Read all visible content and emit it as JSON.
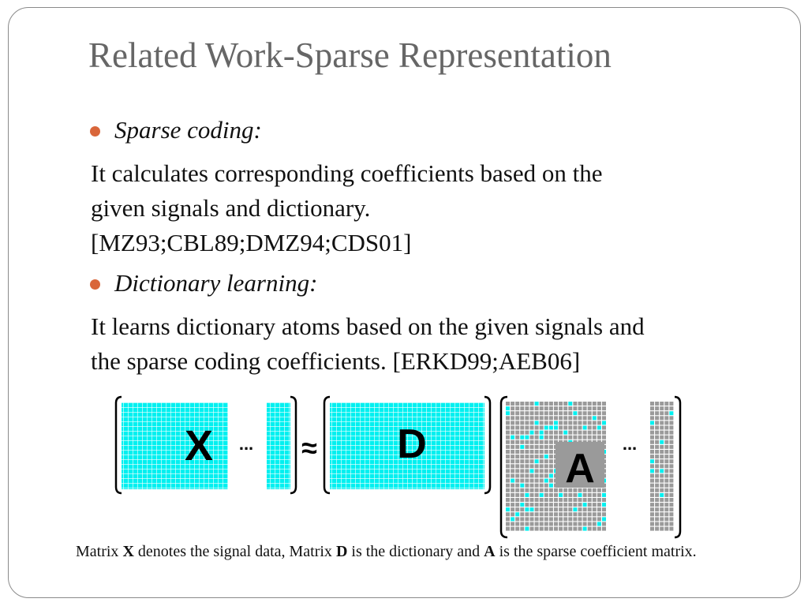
{
  "slide": {
    "title": "Related Work-Sparse Representation",
    "bullets": [
      {
        "label": "Sparse coding:",
        "lines": [
          "It calculates corresponding coefficients based on the",
          "given signals and dictionary.",
          "[MZ93;CBL89;DMZ94;CDS01]"
        ]
      },
      {
        "label": "Dictionary learning:",
        "lines": [
          "It learns dictionary atoms based on the given signals and",
          "the sparse coding coefficients. [ERKD99;AEB06]"
        ]
      }
    ],
    "figure": {
      "x_label": "X",
      "d_label": "D",
      "a_label": "A",
      "approx_symbol": "≈",
      "ellipsis": "...",
      "dense_color": "#00f0f0",
      "grid_color": "#9a9a9a"
    },
    "caption": {
      "part1": "Matrix ",
      "x": "X",
      "part2": " denotes the signal data, Matrix ",
      "d": "D",
      "part3": " is the dictionary and ",
      "a": "A",
      "part4": " is the sparse coefficient matrix."
    },
    "colors": {
      "title": "#666666",
      "bullet": "#d9663a",
      "border": "#8a8a8a"
    }
  }
}
